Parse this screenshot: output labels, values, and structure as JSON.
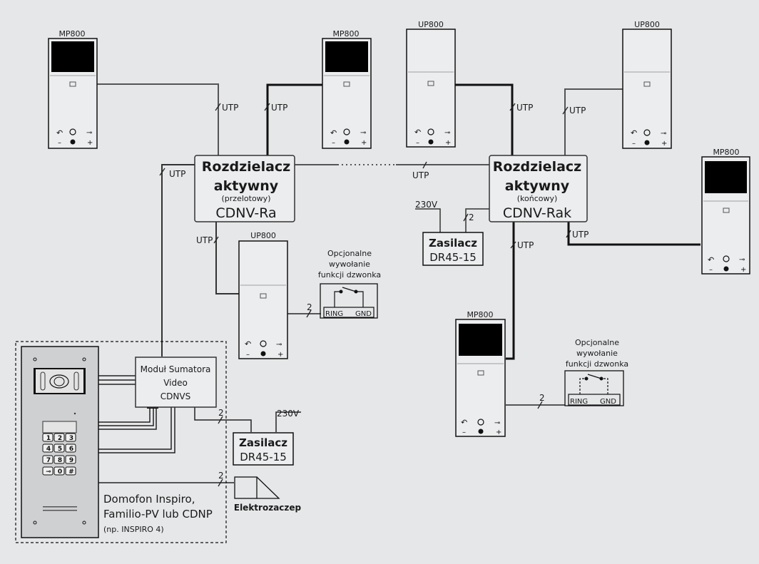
{
  "devices": {
    "mp800_a": {
      "label": "MP800"
    },
    "mp800_b": {
      "label": "MP800"
    },
    "up800_a": {
      "label": "UP800"
    },
    "up800_b": {
      "label": "UP800"
    },
    "mp800_c": {
      "label": "MP800"
    },
    "up800_c": {
      "label": "UP800"
    },
    "mp800_d": {
      "label": "MP800"
    }
  },
  "splitter_left": {
    "line1": "Rozdzielacz",
    "line2": "aktywny",
    "line3": "(przelotowy)",
    "line4": "CDNV-Ra"
  },
  "splitter_right": {
    "line1": "Rozdzielacz",
    "line2": "aktywny",
    "line3": "(końcowy)",
    "line4": "CDNV-Rak"
  },
  "cable": {
    "utp": "UTP",
    "two": "2",
    "v230": "230V"
  },
  "psu_right": {
    "line1": "Zasilacz",
    "line2": "DR45-15"
  },
  "psu_left": {
    "line1": "Zasilacz",
    "line2": "DR45-15"
  },
  "bell_left": {
    "line1": "Opcjonalne",
    "line2": "wywołanie",
    "line3": "funkcji dzwonka",
    "ring": "RING",
    "gnd": "GND"
  },
  "bell_right": {
    "line1": "Opcjonalne",
    "line2": "wywołanie",
    "line3": "funkcji dzwonka",
    "ring": "RING",
    "gnd": "GND"
  },
  "sumator": {
    "line1": "Moduł Sumatora",
    "line2": "Video",
    "line3": "CDNVS"
  },
  "door_station": {
    "line1": "Domofon Inspiro,",
    "line2": "Familio-PV lub CDNP",
    "line3": "(np. INSPIRO 4)",
    "keys": [
      "1",
      "2",
      "3",
      "4",
      "5",
      "6",
      "7",
      "8",
      "9",
      "⊸",
      "0",
      "#"
    ]
  },
  "lock": {
    "label": "Elektrozaczep"
  },
  "monitor_buttons": {
    "minus": "–",
    "plus": "+"
  }
}
